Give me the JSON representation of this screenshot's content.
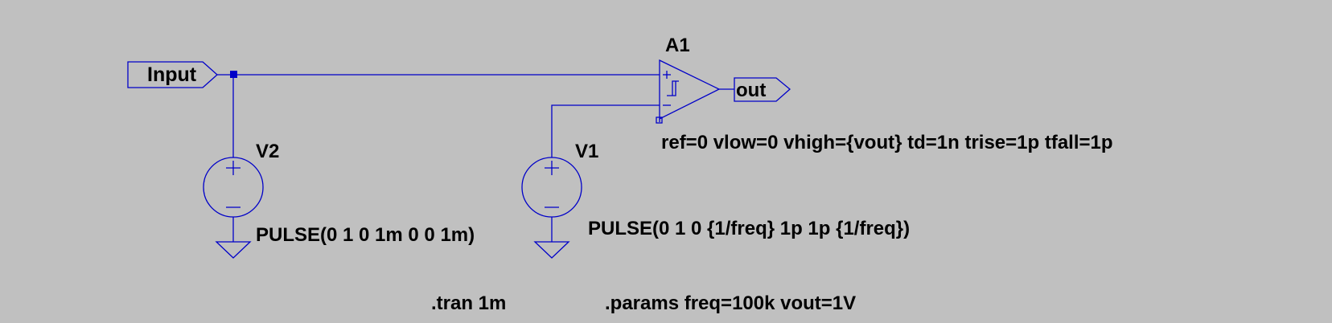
{
  "colors": {
    "background": "#c0c0c0",
    "wire": "#0000c8",
    "text": "#000000"
  },
  "labels": {
    "input": "Input",
    "output": "out"
  },
  "components": {
    "comparator": {
      "name": "A1",
      "params": "ref=0 vlow=0 vhigh={vout} td=1n trise=1p tfall=1p",
      "icon": "schmitt-trigger-icon"
    },
    "v2": {
      "name": "V2",
      "value": "PULSE(0 1 0 1m 0 0 1m)"
    },
    "v1": {
      "name": "V1",
      "value": "PULSE(0 1 0 {1/freq} 1p 1p {1/freq})"
    }
  },
  "directives": {
    "tran": ".tran 1m",
    "params": ".params freq=100k vout=1V"
  }
}
